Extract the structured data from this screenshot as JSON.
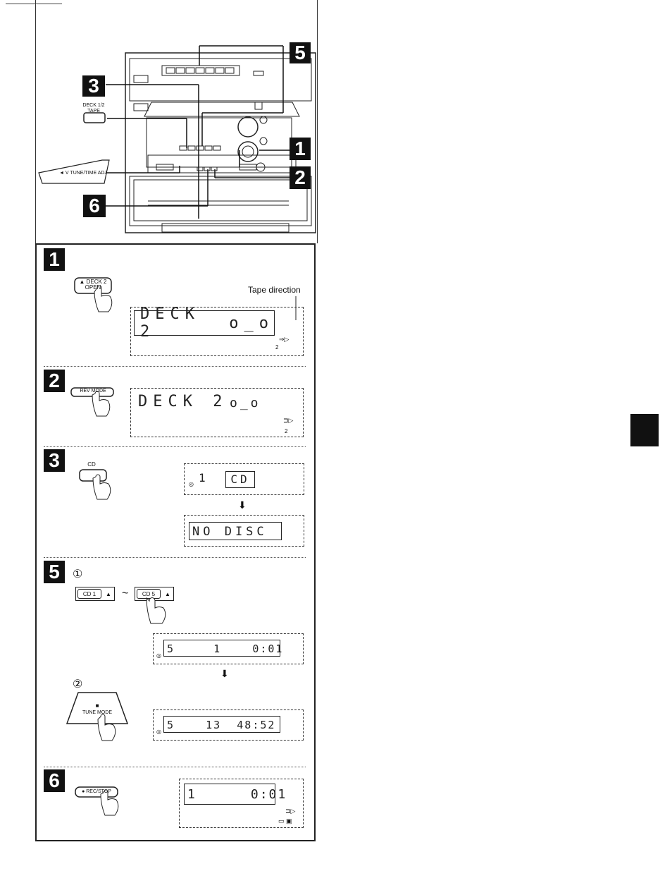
{
  "badges": {
    "b1": "1",
    "b2": "2",
    "b3": "3",
    "b5": "5",
    "b6": "6"
  },
  "device": {
    "tape_button_top": "DECK 1/2",
    "tape_button": "TAPE",
    "tune_button": "◄ V TUNE/TIME ADJ"
  },
  "step1": {
    "button_line1": "▲ DECK 2",
    "button_line2": "OPEN",
    "tape_direction": "Tape direction",
    "lcd_main": "DECK 2",
    "lcd_right": "o_o",
    "lcd_indicator": "2"
  },
  "step2": {
    "button": "REV MODE",
    "lcd_main": "DECK 2",
    "lcd_right": "o_o",
    "lcd_indicator": "2"
  },
  "step3": {
    "button": "CD",
    "lcd1_num": "1",
    "lcd1_text": "CD",
    "lcd2_text": "NO DISC"
  },
  "step5": {
    "sub1": "①",
    "sub2": "②",
    "cd1": "CD 1",
    "cd5": "CD 5",
    "tilde": "~",
    "eject": "▲",
    "lcd1": "5     1    0:01",
    "lcd2": "5    13  48:52",
    "tune_mode_symbol": "■",
    "tune_mode": "TUNE MODE"
  },
  "step6": {
    "button": "● REC/STOP",
    "lcd": "1      0:01"
  }
}
